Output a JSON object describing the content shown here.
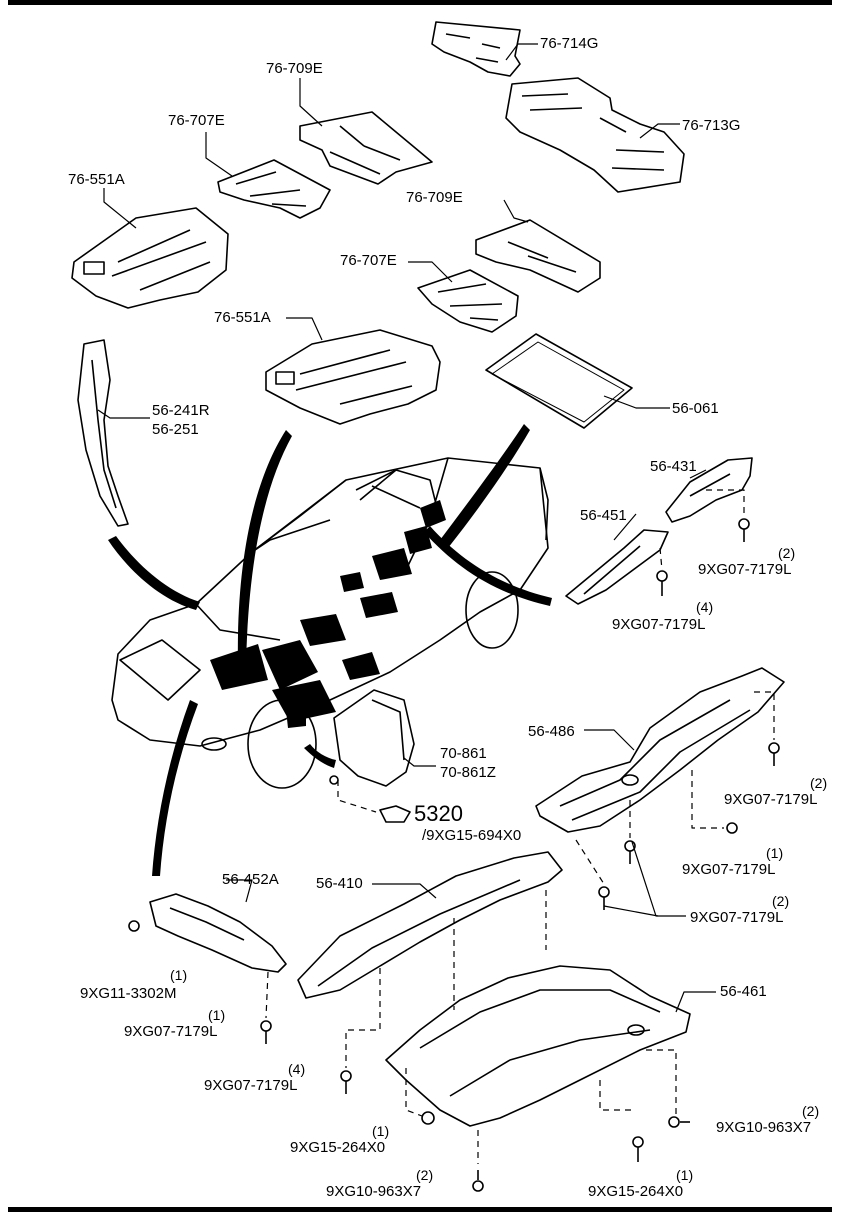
{
  "diagram": {
    "part_labels": [
      "76-714G",
      "76-709E",
      "76-713G",
      "76-707E",
      "76-551A",
      "76-709E",
      "76-707E",
      "76-551A",
      "56-061",
      "56-241R",
      "56-251",
      "56-431",
      "56-451",
      "56-486",
      "70-861",
      "70-861Z",
      "5320",
      "/9XG15-694X0",
      "56-452A",
      "56-410",
      "56-461"
    ],
    "fastener_labels": [
      "9XG07-7179L",
      "9XG07-7179L",
      "9XG07-7179L",
      "9XG07-7179L",
      "9XG07-7179L",
      "9XG11-3302M",
      "9XG07-7179L",
      "9XG07-7179L",
      "9XG15-264X0",
      "9XG10-963X7",
      "9XG10-963X7",
      "9XG15-264X0"
    ],
    "quantities": [
      "(2)",
      "(4)",
      "(2)",
      "(1)",
      "(2)",
      "(1)",
      "(1)",
      "(4)",
      "(1)",
      "(2)",
      "(2)",
      "(1)"
    ]
  }
}
